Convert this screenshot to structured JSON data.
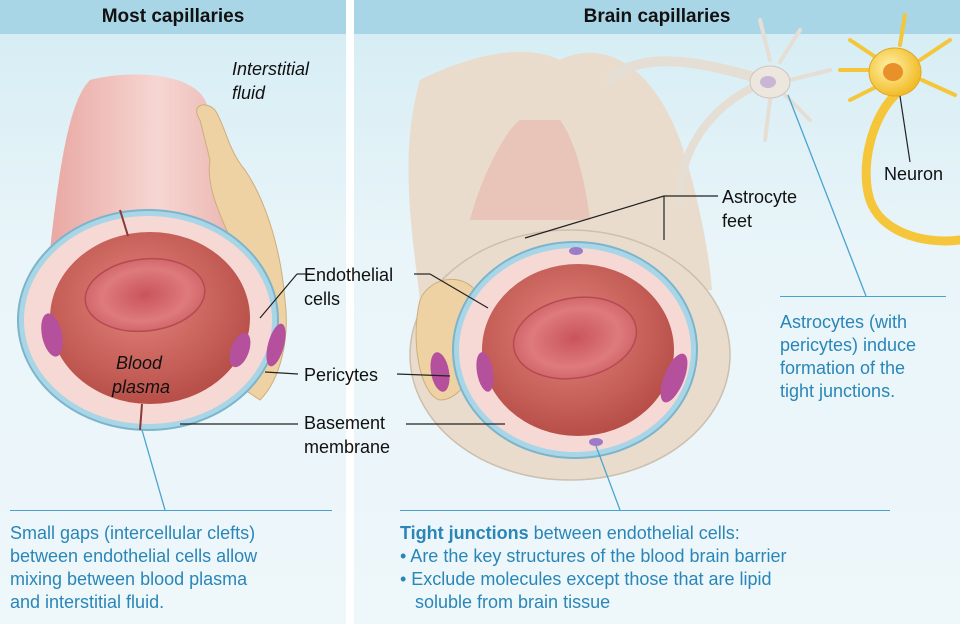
{
  "headers": {
    "left": "Most capillaries",
    "right": "Brain capillaries"
  },
  "labels": {
    "interstitial_fluid_1": "Interstitial",
    "interstitial_fluid_2": "fluid",
    "endothelial_1": "Endothelial",
    "endothelial_2": "cells",
    "blood_plasma_1": "Blood",
    "blood_plasma_2": "plasma",
    "pericytes": "Pericytes",
    "basement_1": "Basement",
    "basement_2": "membrane",
    "astrocyte_feet_1": "Astrocyte",
    "astrocyte_feet_2": "feet",
    "neuron": "Neuron"
  },
  "captions": {
    "astrocytes": [
      "Astrocytes (with",
      "pericytes) induce",
      "formation of the",
      "tight junctions."
    ],
    "left": [
      "Small gaps (intercellular clefts)",
      "between endothelial cells allow",
      "mixing between blood plasma",
      "and interstitial fluid."
    ],
    "right_title_bold": "Tight junctions",
    "right_title_rest": " between endothelial cells:",
    "right_bullets": [
      "• Are the key structures of the blood brain barrier",
      "• Exclude molecules except those that are lipid",
      "   soluble from brain tissue"
    ]
  },
  "colors": {
    "header": "#a9d6e6",
    "caption_text": "#2a86b8",
    "tissue": "#f2c9c4",
    "lumen": "#c8564f",
    "rbc": "#d86a6e",
    "pericyte_nucleus": "#b4509c",
    "astrocyte": "#e7dccc",
    "neuron": "#f5c63a"
  }
}
